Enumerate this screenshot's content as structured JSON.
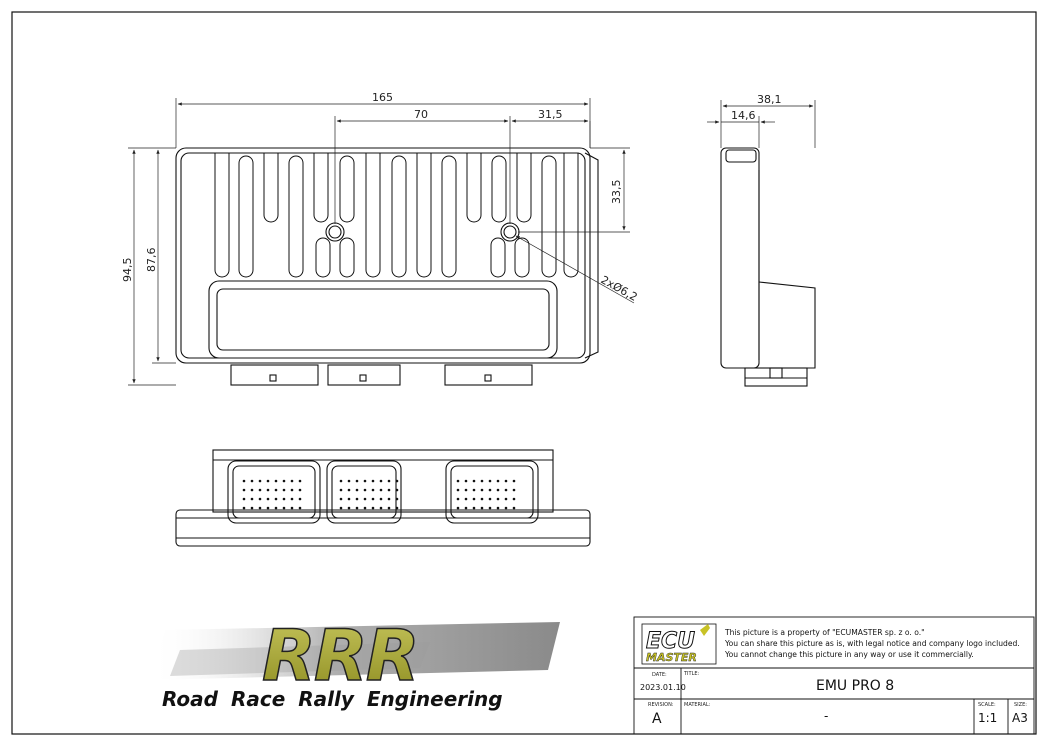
{
  "dimensions": {
    "width_overall": "165",
    "hole_spacing": "70",
    "hole_offset": "31,5",
    "hole_depth": "33,5",
    "hole_callout": "2xØ6,2",
    "height_overall": "94,5",
    "height_body": "87,6",
    "depth_overall": "38,1",
    "depth_flange": "14,6"
  },
  "title_block": {
    "logo_text_top": "ECU",
    "logo_text_bottom": "MASTER",
    "notice_line1": "This picture is a property of \"ECUMASTER sp. z o. o.\"",
    "notice_line2": "You can share this picture as is, with legal notice and company logo included.",
    "notice_line3": "You cannot change this picture in any way or use it commercially.",
    "date_label": "DATE:",
    "date_value": "2023.01.10",
    "title_label": "TITLE:",
    "title_value": "EMU PRO 8",
    "revision_label": "REVISION:",
    "revision_value": "A",
    "material_label": "MATERIAL:",
    "material_value": "-",
    "scale_label": "SCALE:",
    "scale_value": "1:1",
    "size_label": "SIZE:",
    "size_value": "A3"
  },
  "brand": {
    "monogram": "RRR",
    "tagline_words": [
      "Road",
      "Race",
      "Rally",
      "Engineering"
    ],
    "color_olive": "#a9a834",
    "color_gray": "#8c8c8c"
  }
}
